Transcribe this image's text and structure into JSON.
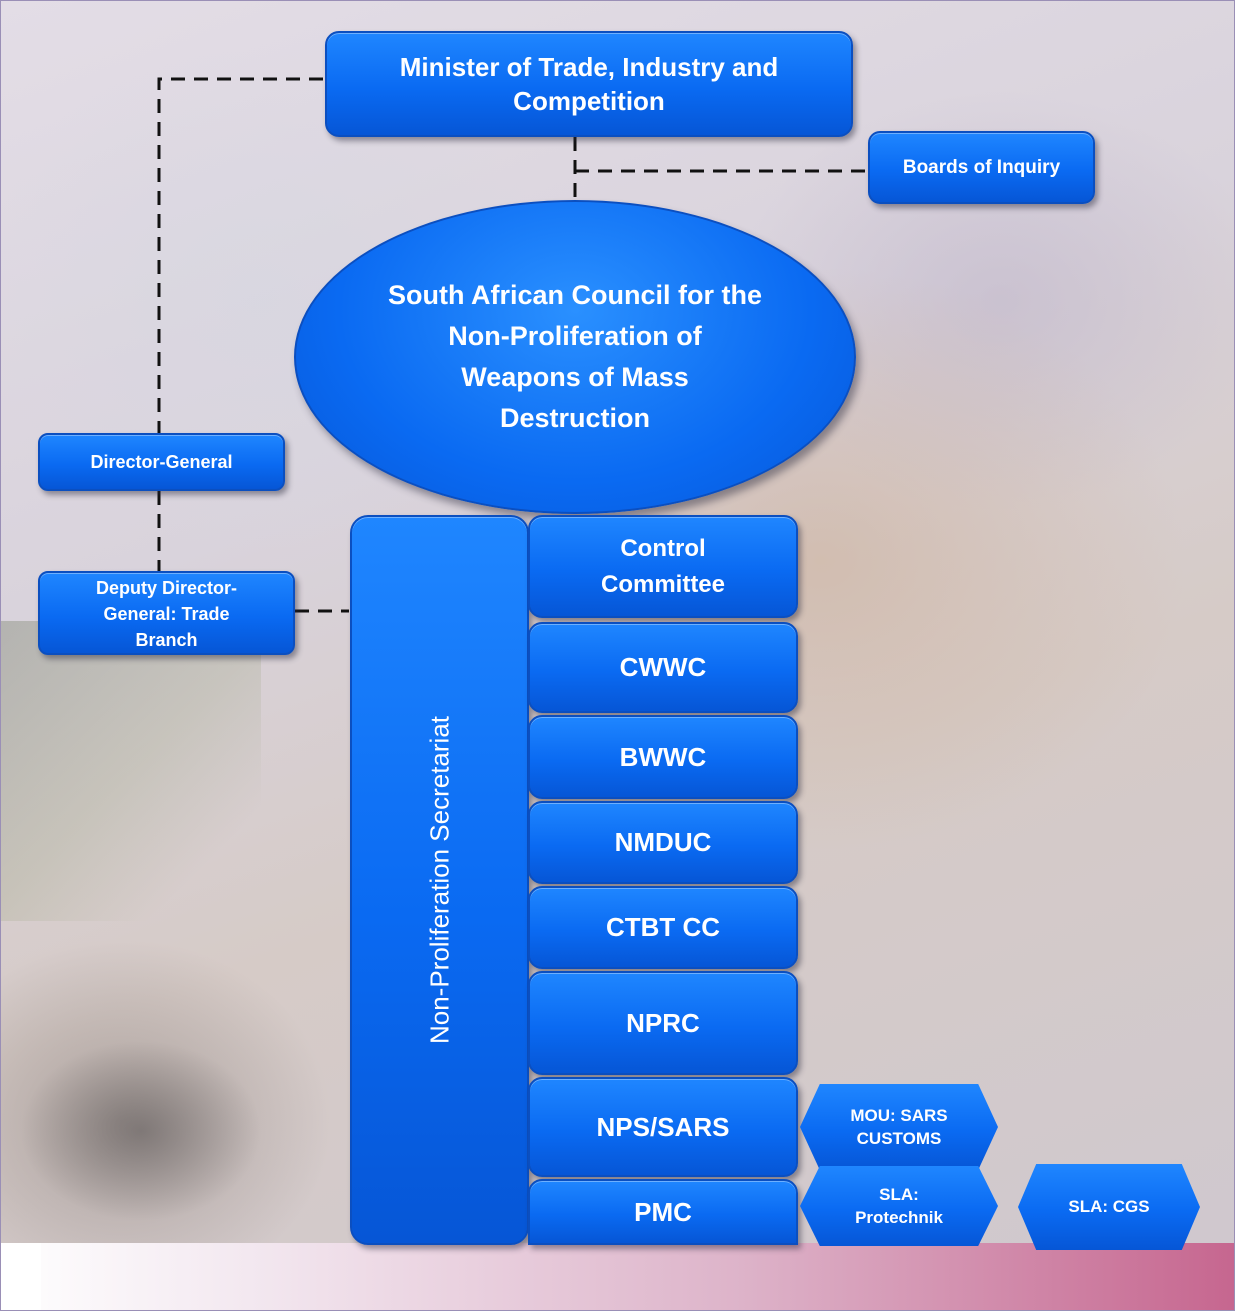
{
  "org_chart": {
    "minister": "Minister of Trade, Industry and Competition",
    "boards_of_inquiry": "Boards of Inquiry",
    "council": "South African Council for the Non-Proliferation of Weapons of Mass Destruction",
    "director_general": "Director-General",
    "deputy_director_general": "Deputy Director-General: Trade Branch",
    "secretariat": "Non-Proliferation Secretariat",
    "committees": {
      "control": "Control Committee",
      "cwwc": "CWWC",
      "bwwc": "BWWC",
      "nmduc": "NMDUC",
      "ctbt_cc": "CTBT CC",
      "nprc": "NPRC",
      "nps_sars": "NPS/SARS",
      "pmc": "PMC"
    },
    "agreements": {
      "mou_sars_customs": "MOU: SARS CUSTOMS",
      "sla_protechnik": "SLA: Protechnik",
      "sla_cgs": "SLA: CGS"
    }
  },
  "colors": {
    "node_fill": "#0a6af2",
    "node_border": "#0b4fc0",
    "node_text": "#ffffff",
    "dashed_line": "#111111"
  }
}
